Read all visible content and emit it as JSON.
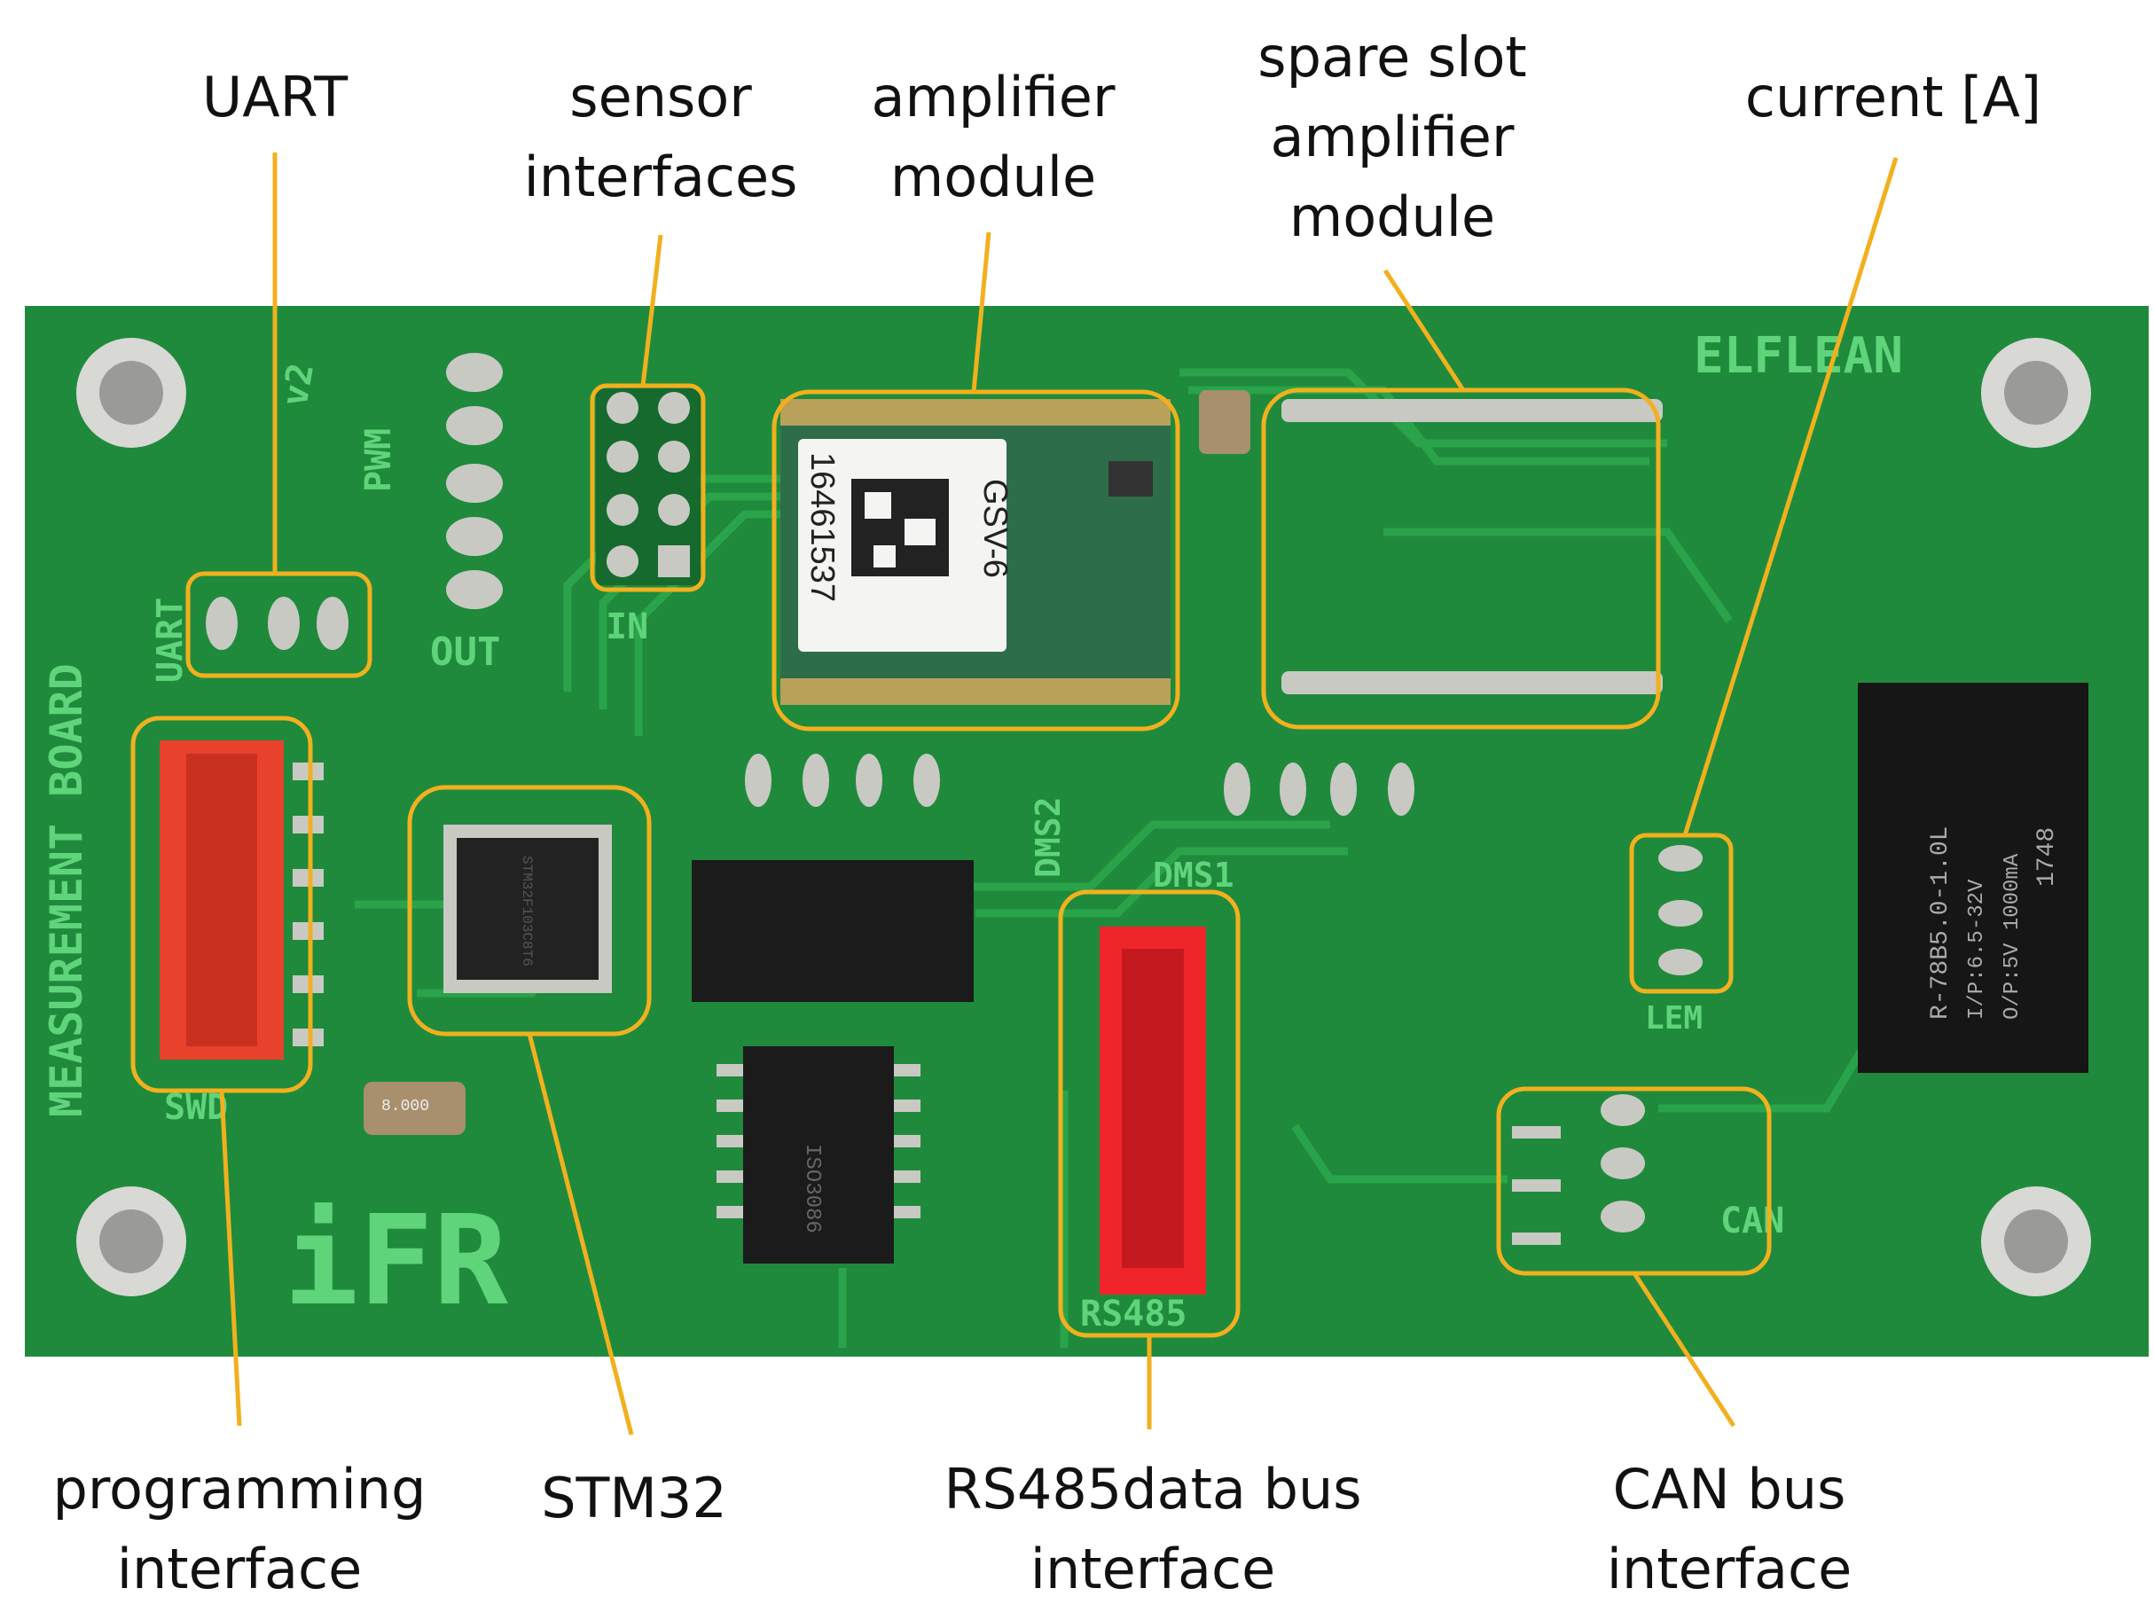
{
  "callouts": {
    "uart": "UART",
    "sensor_interfaces": "sensor\ninterfaces",
    "amplifier_module": "amplifier\nmodule",
    "spare_slot": "spare slot\namplifier\nmodule",
    "current": "current [A]",
    "programming_interface": "programming\ninterface",
    "stm32": "STM32",
    "rs485": "RS485data bus\ninterface",
    "can_bus": "CAN bus\ninterface"
  },
  "silkscreen": {
    "measurement_board": "MEASUREMENT BOARD",
    "version": "v2",
    "pwm": "PWM",
    "uart": "UART",
    "out": "OUT",
    "in": "IN",
    "swd": "SWD",
    "dms2": "DMS2",
    "dms1": "DMS1",
    "rs485": "RS485",
    "lem": "LEM",
    "can": "CAN",
    "elflean": "ELFLEAN",
    "logo": "iFR"
  },
  "module_label": {
    "model": "GSV-6",
    "serial": "16461537"
  },
  "chips": {
    "mcu": "STM32F103C8T6",
    "transceiver": "ISO3086",
    "crystal": "8.000",
    "converter": "R-78B5.0-1.0L",
    "converter_rating": "I/P:6.5-32V",
    "converter_output": "O/P:5V 1000mA",
    "converter_date": "1748"
  },
  "colors": {
    "pcb": "#1f8a3c",
    "highlight": "#f2b01e",
    "connector_red": "#e8412c"
  }
}
